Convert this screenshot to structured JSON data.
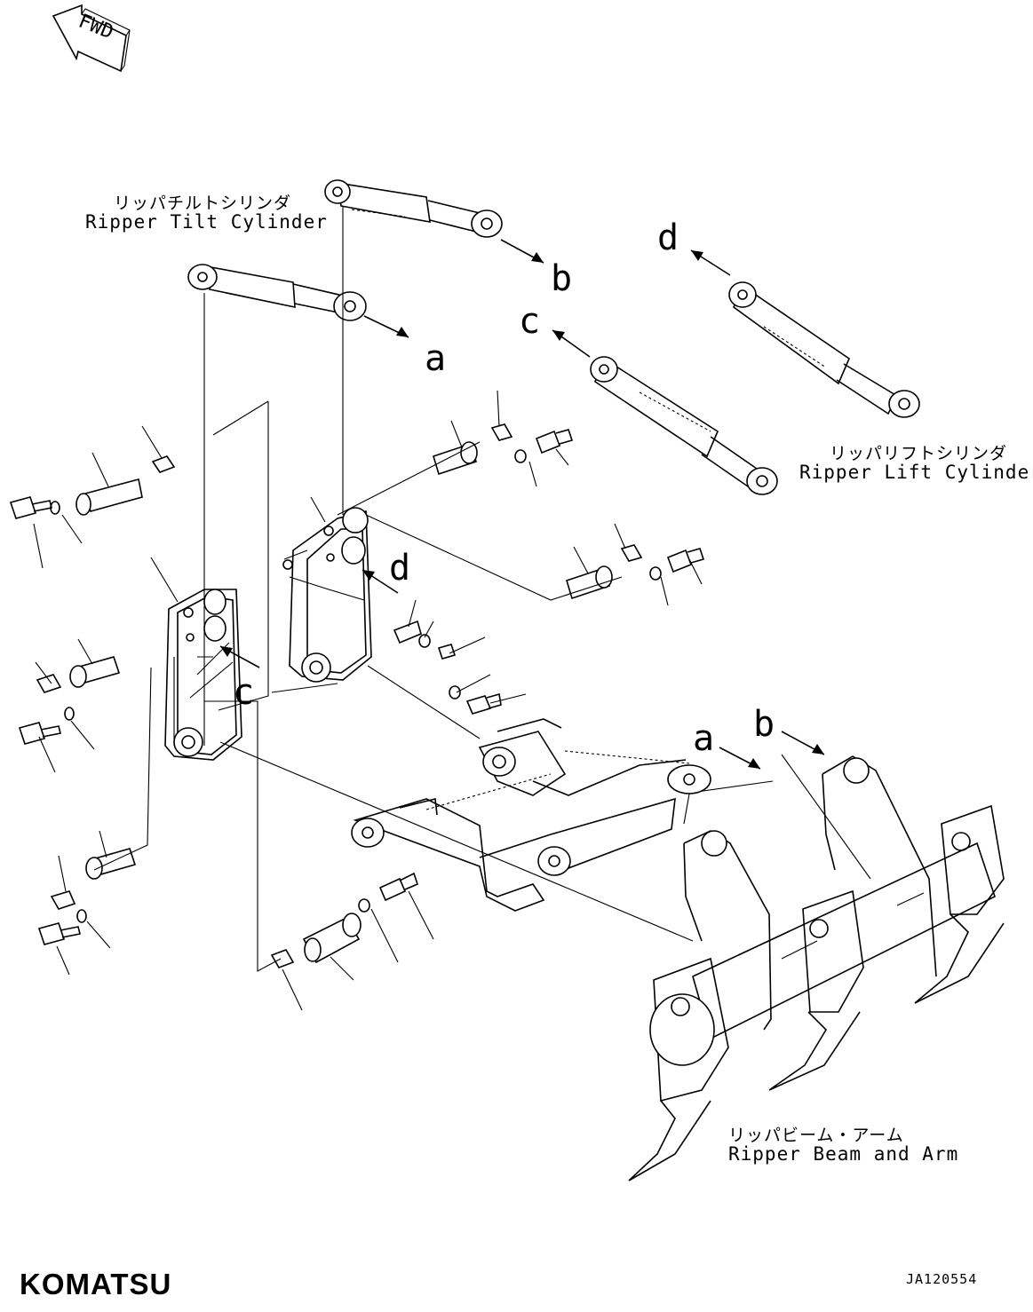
{
  "labels": {
    "tilt_cylinder_jp": "リッパチルトシリンダ",
    "tilt_cylinder_en": "Ripper Tilt Cylinder",
    "lift_cylinder_jp": "リッパリフトシリンダ",
    "lift_cylinder_en": "Ripper Lift Cylinder",
    "beam_arm_jp": "リッパビーム・アーム",
    "beam_arm_en": "Ripper Beam and Arm"
  },
  "callouts": {
    "a1": "a",
    "b1": "b",
    "c1": "c",
    "d1": "d",
    "d2": "d",
    "c2": "c",
    "a2": "a",
    "b2": "b"
  },
  "fwd": "FWD",
  "brand": "KOMATSU",
  "doc_number": "JA120554"
}
